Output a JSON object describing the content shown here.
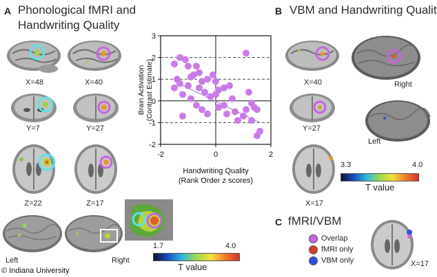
{
  "panel_a": {
    "letter": "A",
    "title_line1": "Phonological fMRI and",
    "title_line2": "Handwriting  Quality",
    "slices": [
      "X=48",
      "X=40",
      "Y=7",
      "Y=27",
      "Z=22",
      "Z=17"
    ],
    "left_label": "Left",
    "right_label": "Right",
    "colorbar_min": "1.7",
    "colorbar_max": "4.0",
    "colorbar_label": "T value"
  },
  "panel_b": {
    "letter": "B",
    "title": "VBM and Handwriting Quality",
    "slices": [
      "X=40",
      "Y=27",
      "X=17"
    ],
    "right_label": "Right",
    "left_label": "Left",
    "colorbar_min": "3.3",
    "colorbar_max": "4.0",
    "colorbar_label": "T value"
  },
  "panel_c": {
    "letter": "C",
    "title": "fMRI/VBM",
    "legend": [
      {
        "label": "Overlap",
        "color": "#c963e0"
      },
      {
        "label": "fMRI only",
        "color": "#d63a2b"
      },
      {
        "label": "VBM only",
        "color": "#2f4fd8"
      }
    ],
    "slice": "X=17"
  },
  "copyright": "© Indiana University",
  "chart_data": {
    "type": "scatter",
    "xlabel_line1": "Handwriting Quality",
    "xlabel_line2": "(Rank Order z scores)",
    "ylabel_line1": "Brain Activation",
    "ylabel_line2": "(Contrast Estimate)",
    "xlim": [
      -2,
      2
    ],
    "ylim": [
      -2,
      3
    ],
    "xticks": [
      "-2",
      "0",
      "2"
    ],
    "yticks": [
      "3",
      "2",
      "1",
      "0",
      "-1",
      "-2"
    ],
    "dashed_gridlines_y": [
      2,
      1,
      -1
    ],
    "point_color": "#c97ce8",
    "points": [
      [
        -1.5,
        1.7
      ],
      [
        -1.3,
        2.0
      ],
      [
        -1.1,
        1.9
      ],
      [
        -1.0,
        1.6
      ],
      [
        -1.4,
        1.0
      ],
      [
        -1.5,
        0.6
      ],
      [
        -1.3,
        0.8
      ],
      [
        -1.2,
        0.3
      ],
      [
        -1.0,
        0.7
      ],
      [
        -0.9,
        1.1
      ],
      [
        -0.8,
        1.2
      ],
      [
        -0.7,
        1.6
      ],
      [
        -0.6,
        1.3
      ],
      [
        -0.5,
        0.9
      ],
      [
        -0.6,
        0.6
      ],
      [
        -0.4,
        0.4
      ],
      [
        -0.3,
        1.0
      ],
      [
        -0.1,
        1.2
      ],
      [
        0.0,
        0.9
      ],
      [
        0.1,
        0.5
      ],
      [
        0.3,
        0.6
      ],
      [
        0.5,
        0.7
      ],
      [
        -1.2,
        -0.7
      ],
      [
        -0.9,
        0.1
      ],
      [
        -0.7,
        -0.2
      ],
      [
        -0.5,
        -0.4
      ],
      [
        -0.3,
        -0.6
      ],
      [
        -0.2,
        0.2
      ],
      [
        0.0,
        0.3
      ],
      [
        0.1,
        -0.3
      ],
      [
        0.3,
        -0.2
      ],
      [
        0.4,
        -0.6
      ],
      [
        0.6,
        0.1
      ],
      [
        0.7,
        -0.5
      ],
      [
        0.8,
        -0.9
      ],
      [
        1.0,
        -0.7
      ],
      [
        1.1,
        2.2
      ],
      [
        1.2,
        0.4
      ],
      [
        1.3,
        -0.1
      ],
      [
        1.4,
        -0.3
      ],
      [
        1.5,
        -0.4
      ],
      [
        1.3,
        -0.9
      ],
      [
        1.6,
        -1.4
      ],
      [
        1.5,
        -1.6
      ],
      [
        1.1,
        -0.4
      ]
    ],
    "trend_line": [
      [
        -1.5,
        0.9
      ],
      [
        1.6,
        -1.0
      ]
    ]
  }
}
